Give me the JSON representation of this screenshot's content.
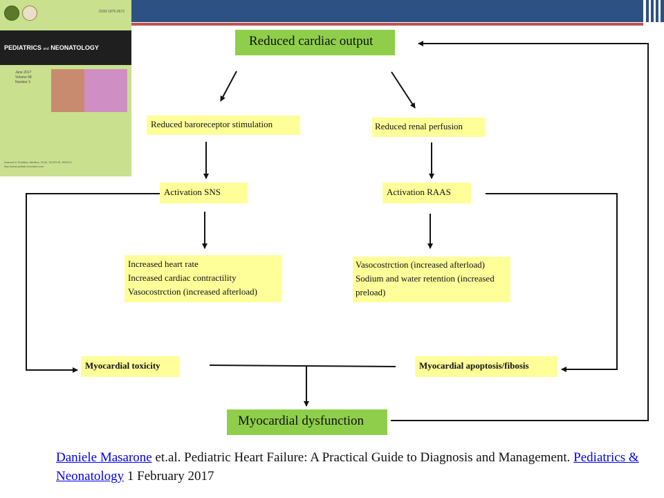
{
  "cover": {
    "issn": "ISSN 1875-9572",
    "journal_title": "PEDIATRICS",
    "journal_and": "and",
    "journal_title2": "NEONATOLOGY",
    "issue_lines": [
      "June 2017",
      "Volume 58",
      "Number 3"
    ],
    "footer_lines": [
      "Indexed in PubMed, Medline, SCIE, SCOPUS, EBSCO",
      "http://www.pediatr-neonatol.com"
    ]
  },
  "diagram": {
    "reduced_cardiac_output": "Reduced cardiac output",
    "reduced_baroreceptor": "Reduced baroreceptor stimulation",
    "reduced_renal_perfusion": "Reduced renal perfusion",
    "activation_sns": "Activation SNS",
    "activation_raas": "Activation RAAS",
    "sns_effects": [
      "Increased heart rate",
      "Increased cardiac contractility",
      "Vasocostrction (increased afterload)"
    ],
    "raas_effects": [
      "Vasocostrction (increased afterload)",
      "Sodium and water retention (increased",
      "preload)"
    ],
    "myocardial_toxicity": "Myocardial toxicity",
    "myocardial_apoptosis": "Myocardial apoptosis/fibosis",
    "myocardial_dysfunction": "Myocardial dysfunction"
  },
  "citation": {
    "author_link": "Daniele Masarone",
    "text1": " et.al.  Pediatric Heart Failure: A Practical Guide to Diagnosis and Management. ",
    "journal_link": "Pediatrics & Neonatology",
    "text2": " 1 February 2017"
  },
  "colors": {
    "header_blue": "#2e5183",
    "accent_red": "#c0504d",
    "box_yellow": "#ffff9a",
    "box_green": "#8fce4a",
    "link_blue": "#0000ee"
  }
}
